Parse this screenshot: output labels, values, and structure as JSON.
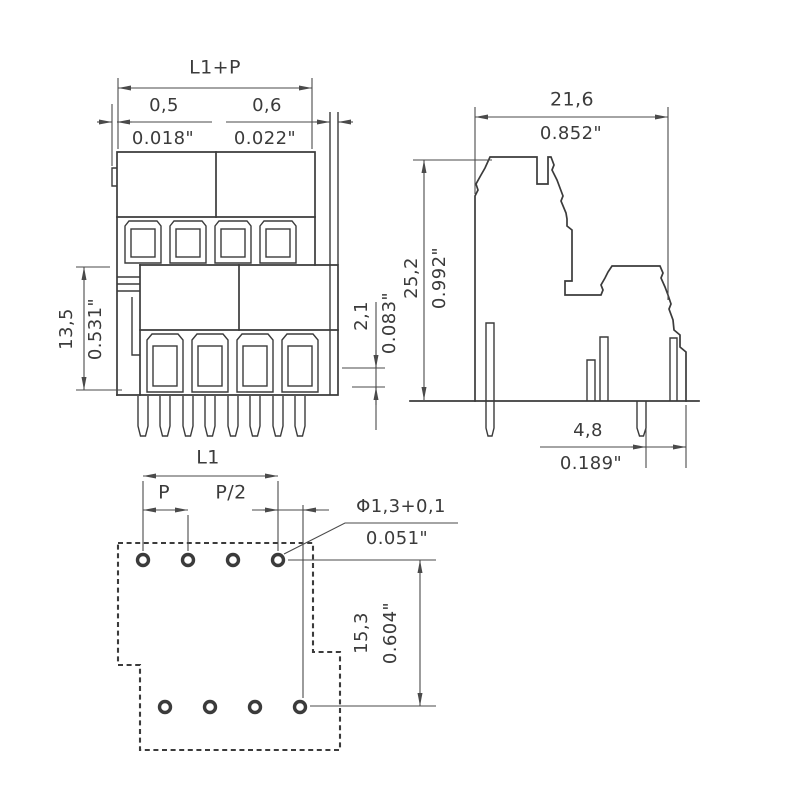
{
  "colors": {
    "line": "#3b3b3b",
    "dimension": "#4a4a4a",
    "background": "#ffffff"
  },
  "dims": {
    "l1p": {
      "label": "L1+P"
    },
    "d05": {
      "mm": "0,5",
      "inch": "0.018\""
    },
    "d06": {
      "mm": "0,6",
      "inch": "0.022\""
    },
    "d135": {
      "mm": "13,5",
      "inch": "0.531\""
    },
    "d21": {
      "mm": "2,1",
      "inch": "0.083\""
    },
    "d216": {
      "mm": "21,6",
      "inch": "0.852\""
    },
    "d252": {
      "mm": "25,2",
      "inch": "0.992\""
    },
    "d48": {
      "mm": "4,8",
      "inch": "0.189\""
    },
    "l1": {
      "label": "L1"
    },
    "p": {
      "label": "P"
    },
    "p2": {
      "label": "P/2"
    },
    "dia": {
      "mm": "Φ1,3+0,1",
      "inch": "0.051\""
    },
    "d153": {
      "mm": "15,3",
      "inch": "0.604\""
    }
  }
}
